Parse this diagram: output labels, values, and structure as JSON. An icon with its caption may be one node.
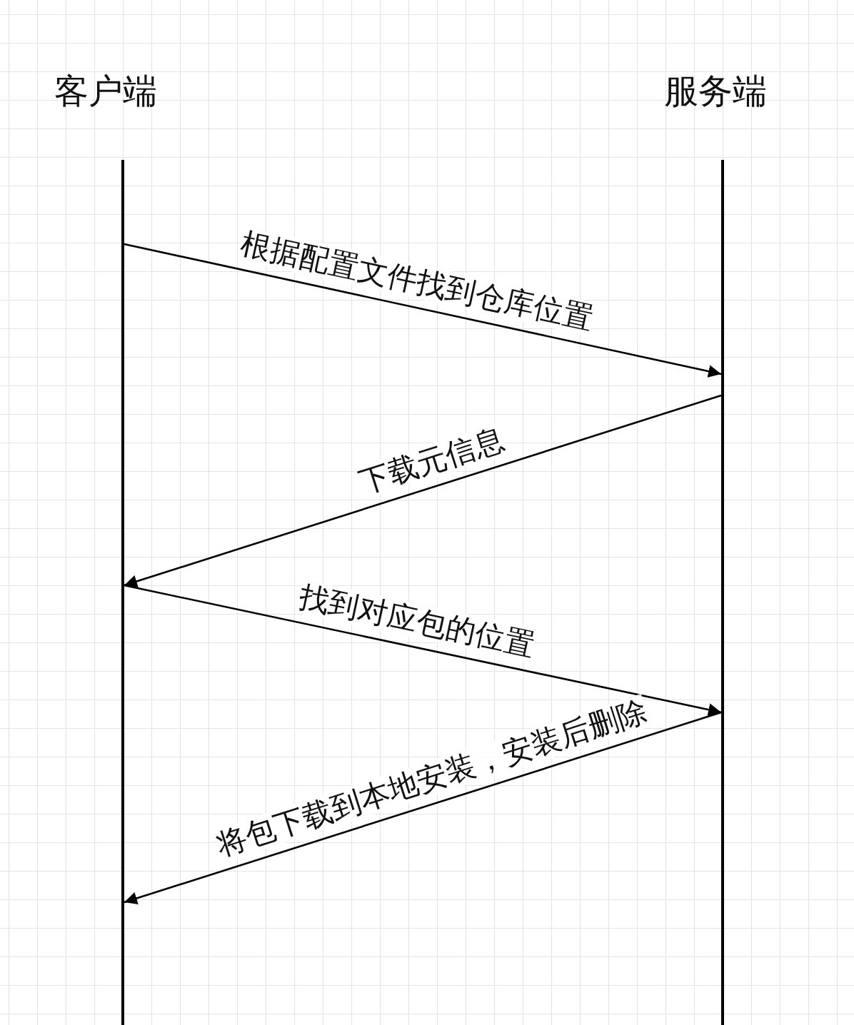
{
  "diagram": {
    "nodes": [
      {
        "text": [
          "客户端"
        ]
      },
      {
        "text": [
          "服务端"
        ]
      },
      {
        "text": [],
        "shape": "line"
      },
      {
        "text": [],
        "shape": "line"
      }
    ],
    "edges": [
      {
        "from": 2,
        "to": 3,
        "arrow": "to",
        "label": "根据配置文件找到仓库位置"
      },
      {
        "from": 3,
        "to": 2,
        "arrow": "to",
        "label": "下载元信息"
      },
      {
        "from": 2,
        "to": 3,
        "arrow": "to",
        "label": "找到对应包的位置"
      },
      {
        "from": 3,
        "to": 2,
        "arrow": "to",
        "label": "将包下载到本地安装，安装后删除"
      }
    ]
  }
}
